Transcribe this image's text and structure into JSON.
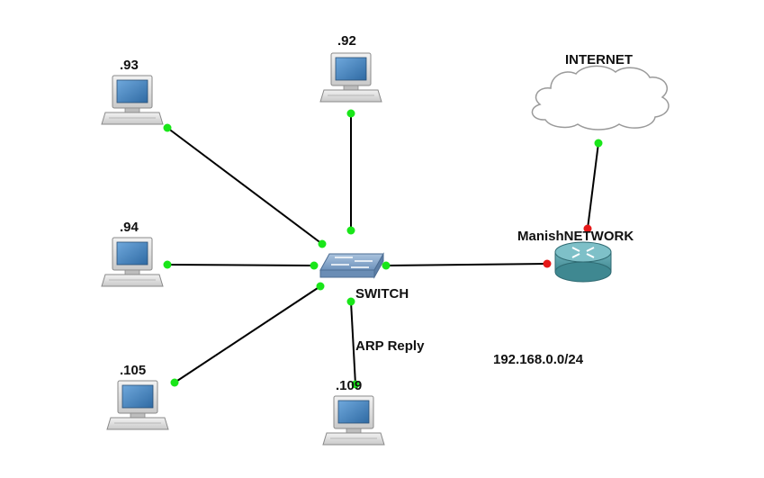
{
  "labels": {
    "pc_93": ".93",
    "pc_92": ".92",
    "pc_94": ".94",
    "pc_105": ".105",
    "pc_109": ".109",
    "internet": "INTERNET",
    "router": "ManishNETWORK",
    "switch": "SWITCH",
    "arp": "ARP Reply",
    "subnet": "192.168.0.0/24"
  },
  "icons": {
    "pc": "desktop-computer-icon",
    "switch": "network-switch-icon",
    "router": "router-icon",
    "cloud": "internet-cloud-icon"
  },
  "colors": {
    "link": "#000000",
    "port_up": "#19e619",
    "port_down": "#e61919",
    "pc_screen": "#3f7fb8",
    "router_body": "#4e9aa3",
    "switch_body": "#7d9fc4"
  },
  "links": [
    {
      "from": "pc-93",
      "to": "switch",
      "from_port": "up",
      "to_port": "up"
    },
    {
      "from": "pc-92",
      "to": "switch",
      "from_port": "up",
      "to_port": "up"
    },
    {
      "from": "pc-94",
      "to": "switch",
      "from_port": "up",
      "to_port": "up"
    },
    {
      "from": "pc-105",
      "to": "switch",
      "from_port": "up",
      "to_port": "up"
    },
    {
      "from": "pc-109",
      "to": "switch",
      "from_port": "up",
      "to_port": "up"
    },
    {
      "from": "switch",
      "to": "router",
      "from_port": "up",
      "to_port": "down"
    },
    {
      "from": "router",
      "to": "internet",
      "from_port": "down",
      "to_port": "up"
    }
  ]
}
